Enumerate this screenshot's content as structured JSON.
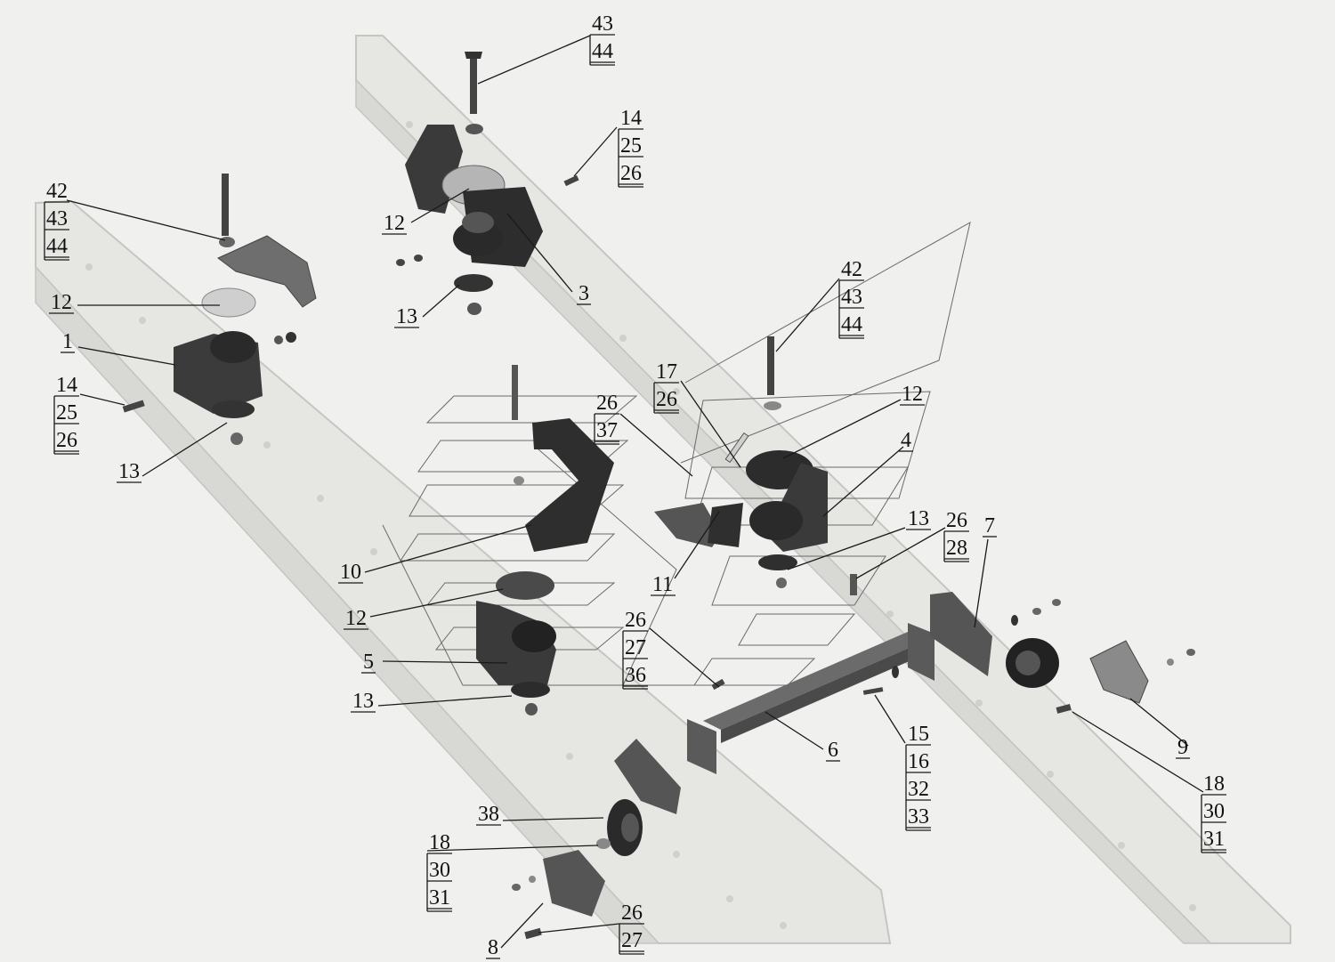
{
  "colors": {
    "background": "#f0f1ef",
    "frame": "#e6e7e3",
    "frame_edge": "#c4c6c1",
    "part_dark": "#2c2c2c",
    "part_mid": "#555555",
    "part_light": "#a9a9a9",
    "leader": "#1a1a1a",
    "guide_line": "#6a6a6a"
  },
  "callouts": [
    {
      "id": "c-43-44-top",
      "labels": [
        "43",
        "44"
      ]
    },
    {
      "id": "c-14-25-26-top",
      "labels": [
        "14",
        "25",
        "26"
      ]
    },
    {
      "id": "c-42-43-44-left",
      "labels": [
        "42",
        "43",
        "44"
      ]
    },
    {
      "id": "c-12-top",
      "labels": [
        "12"
      ]
    },
    {
      "id": "c-12-left",
      "labels": [
        "12"
      ]
    },
    {
      "id": "c-1",
      "labels": [
        "1"
      ]
    },
    {
      "id": "c-13-top",
      "labels": [
        "13"
      ]
    },
    {
      "id": "c-3",
      "labels": [
        "3"
      ]
    },
    {
      "id": "c-14-25-26-left",
      "labels": [
        "14",
        "25",
        "26"
      ]
    },
    {
      "id": "c-13-left",
      "labels": [
        "13"
      ]
    },
    {
      "id": "c-42-43-44-mid",
      "labels": [
        "42",
        "43",
        "44"
      ]
    },
    {
      "id": "c-17-26",
      "labels": [
        "17",
        "26"
      ]
    },
    {
      "id": "c-26-37",
      "labels": [
        "26",
        "37"
      ]
    },
    {
      "id": "c-12-right",
      "labels": [
        "12"
      ]
    },
    {
      "id": "c-4",
      "labels": [
        "4"
      ]
    },
    {
      "id": "c-13-right",
      "labels": [
        "13"
      ]
    },
    {
      "id": "c-26-28",
      "labels": [
        "26",
        "28"
      ]
    },
    {
      "id": "c-7",
      "labels": [
        "7"
      ]
    },
    {
      "id": "c-10",
      "labels": [
        "10"
      ]
    },
    {
      "id": "c-11",
      "labels": [
        "11"
      ]
    },
    {
      "id": "c-12-mid",
      "labels": [
        "12"
      ]
    },
    {
      "id": "c-26-27-36",
      "labels": [
        "26",
        "27",
        "36"
      ]
    },
    {
      "id": "c-5",
      "labels": [
        "5"
      ]
    },
    {
      "id": "c-13-mid",
      "labels": [
        "13"
      ]
    },
    {
      "id": "c-6",
      "labels": [
        "6"
      ]
    },
    {
      "id": "c-15-16-32-33",
      "labels": [
        "15",
        "16",
        "32",
        "33"
      ]
    },
    {
      "id": "c-9",
      "labels": [
        "9"
      ]
    },
    {
      "id": "c-18-30-31-right",
      "labels": [
        "18",
        "30",
        "31"
      ]
    },
    {
      "id": "c-38",
      "labels": [
        "38"
      ]
    },
    {
      "id": "c-18-30-31-left",
      "labels": [
        "18",
        "30",
        "31"
      ]
    },
    {
      "id": "c-26-27-bottom",
      "labels": [
        "26",
        "27"
      ]
    },
    {
      "id": "c-8",
      "labels": [
        "8"
      ]
    }
  ]
}
